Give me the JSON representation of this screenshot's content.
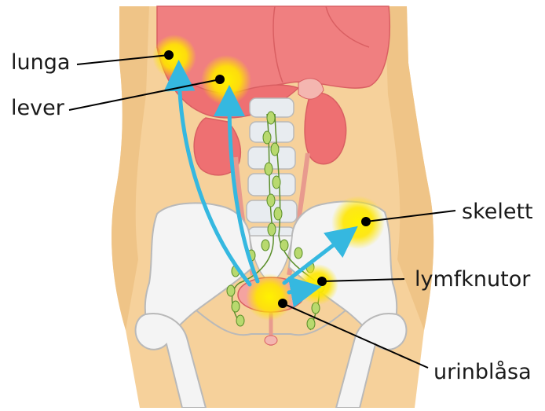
{
  "labels": {
    "lung": "lunga",
    "liver": "lever",
    "bone": "skelett",
    "lymph": "lymfknutor",
    "bladder": "urinblåsa"
  },
  "colors": {
    "skin": "#f6d19b",
    "skin_shade": "#efc487",
    "organ": "#f07f80",
    "organ_dark": "#d95f62",
    "bone": "#f4f4f4",
    "bone_outline": "#b9b9b9",
    "spine": "#e8ecf0",
    "lymph_node": "#b8d96e",
    "lymph_line": "#5b8f2a",
    "arrow": "#35b8e0",
    "glow": "#ffe600",
    "dot": "#000000",
    "label_text": "#1a1a1a"
  }
}
